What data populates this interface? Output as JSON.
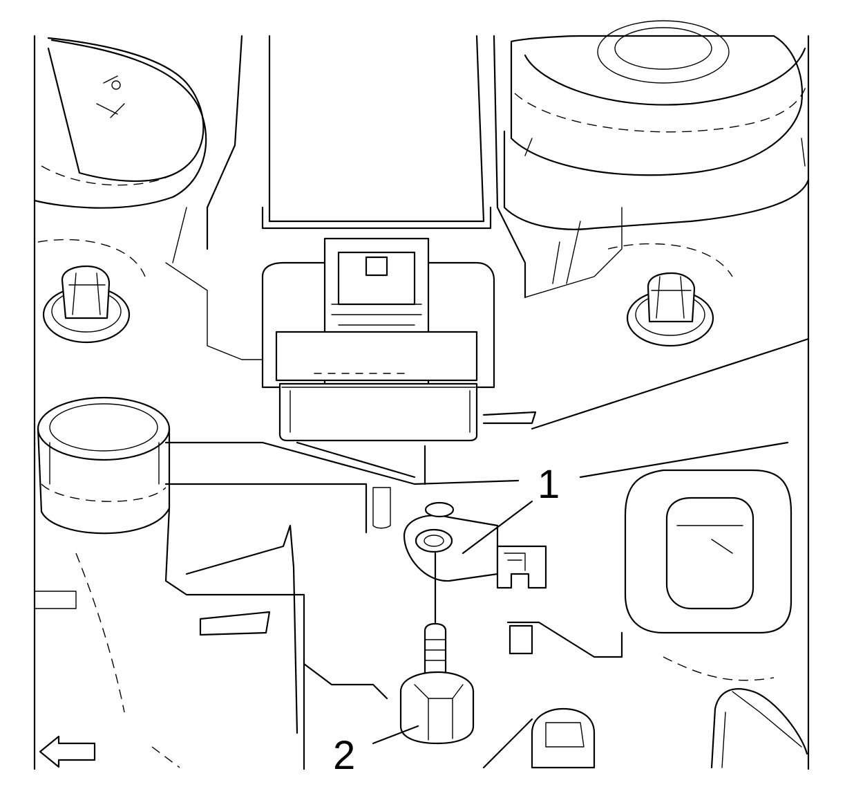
{
  "callouts": [
    {
      "id": "1",
      "label": "1"
    },
    {
      "id": "2",
      "label": "2"
    }
  ],
  "direction_indicator": "arrow-left-icon"
}
